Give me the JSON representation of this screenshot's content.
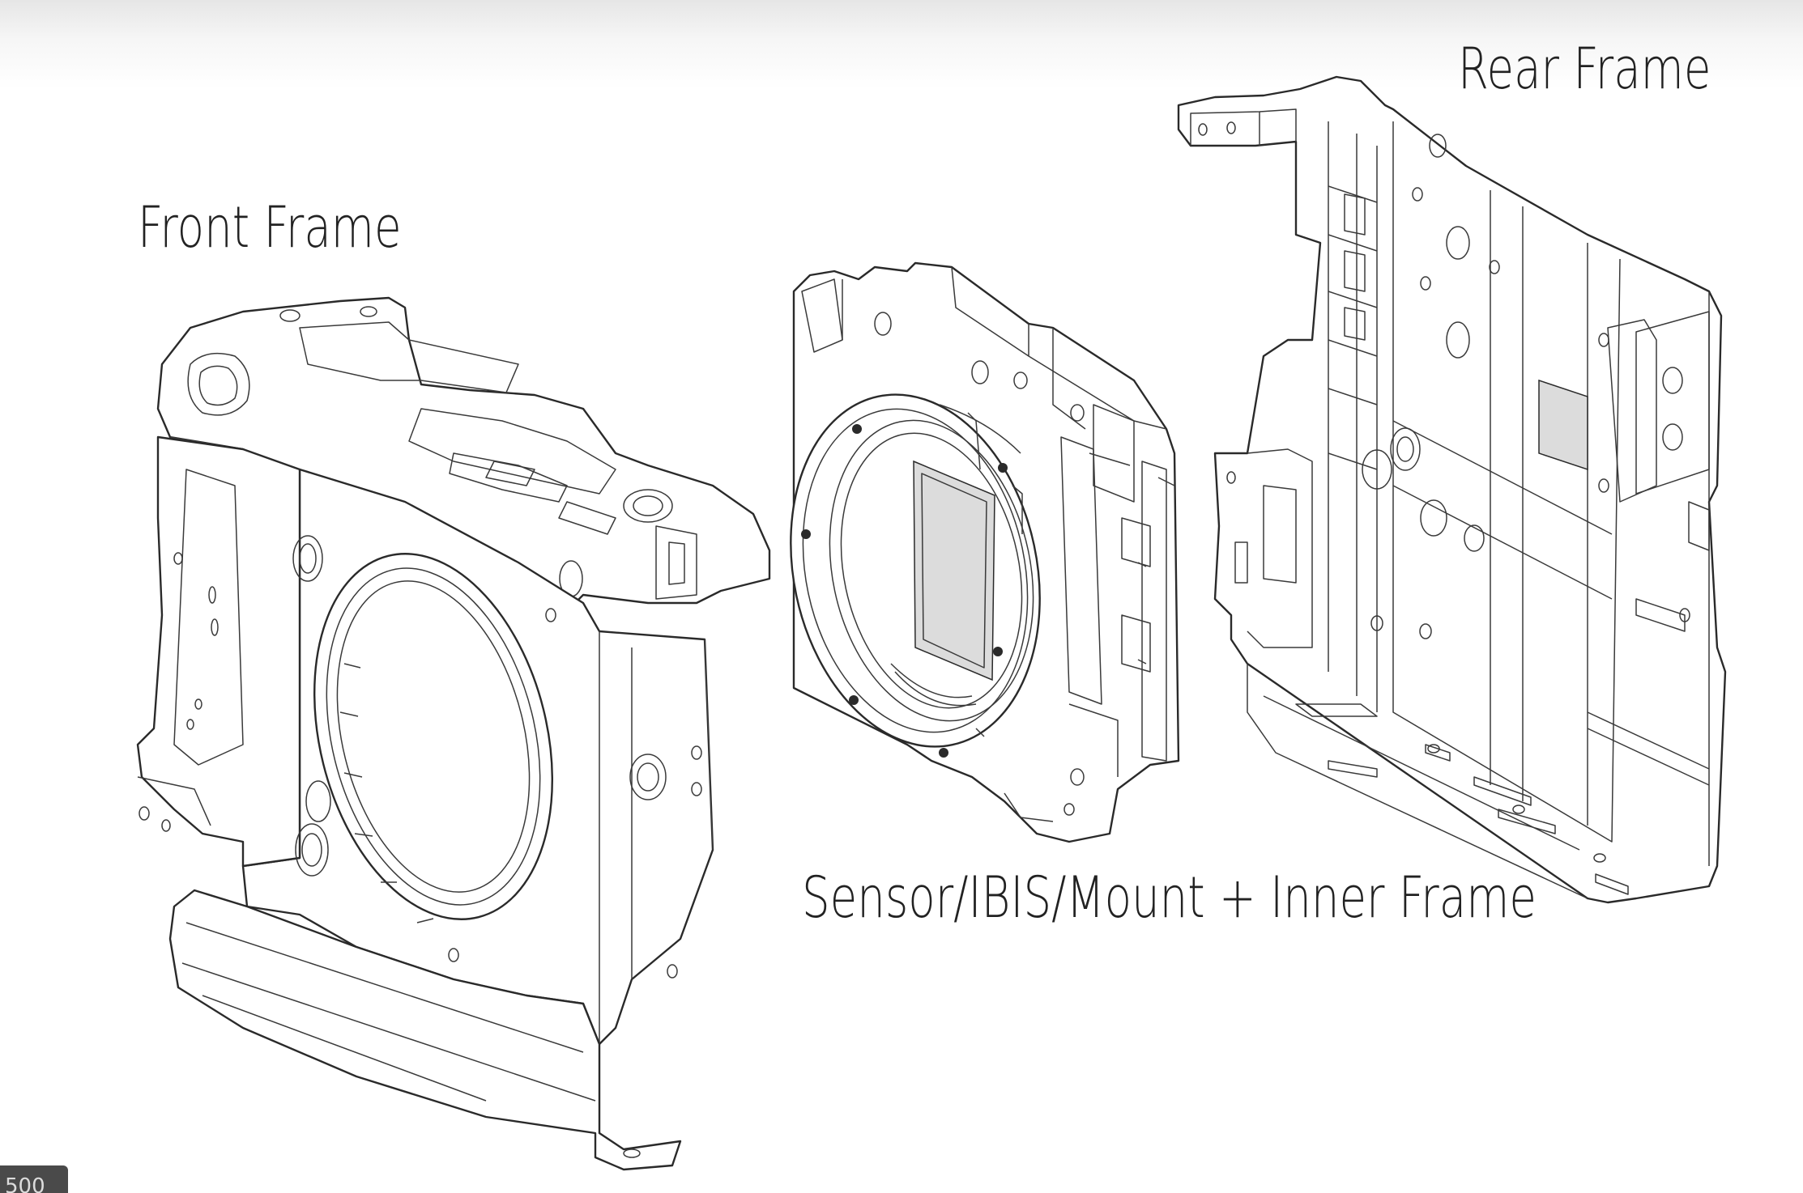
{
  "labels": {
    "front_frame": "Front Frame",
    "rear_frame": "Rear Frame",
    "sensor_assembly": "Sensor/IBIS/Mount + Inner Frame"
  },
  "corner_badge": "500",
  "colors": {
    "line": "#2a2a2a",
    "background": "#ffffff",
    "badge": "#4a4a4a"
  }
}
